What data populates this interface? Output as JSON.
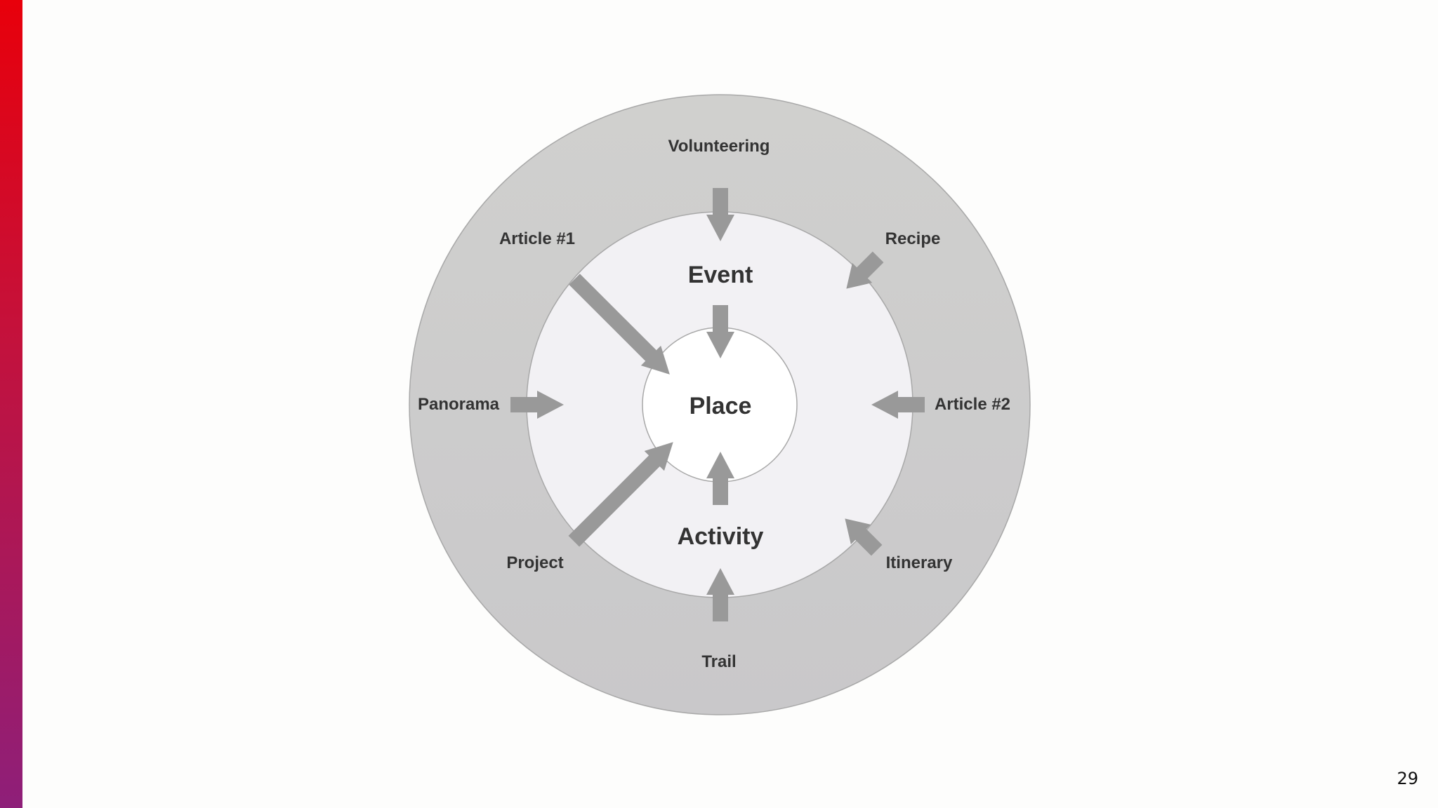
{
  "diagram": {
    "center": {
      "label": "Place"
    },
    "middle_ring": [
      {
        "label": "Event"
      },
      {
        "label": "Activity"
      }
    ],
    "outer_ring": [
      {
        "label": "Volunteering"
      },
      {
        "label": "Article #1"
      },
      {
        "label": "Recipe"
      },
      {
        "label": "Panorama"
      },
      {
        "label": "Article #2"
      },
      {
        "label": "Project"
      },
      {
        "label": "Itinerary"
      },
      {
        "label": "Trail"
      }
    ],
    "colors": {
      "outer_ring": "#cbcbcb",
      "middle_ring": "#f2f1f4",
      "center": "#ffffff",
      "arrow": "#999999",
      "accent_top": "#e8000b",
      "accent_bottom": "#8e1f79"
    }
  },
  "footer": {
    "page_number": "29"
  }
}
